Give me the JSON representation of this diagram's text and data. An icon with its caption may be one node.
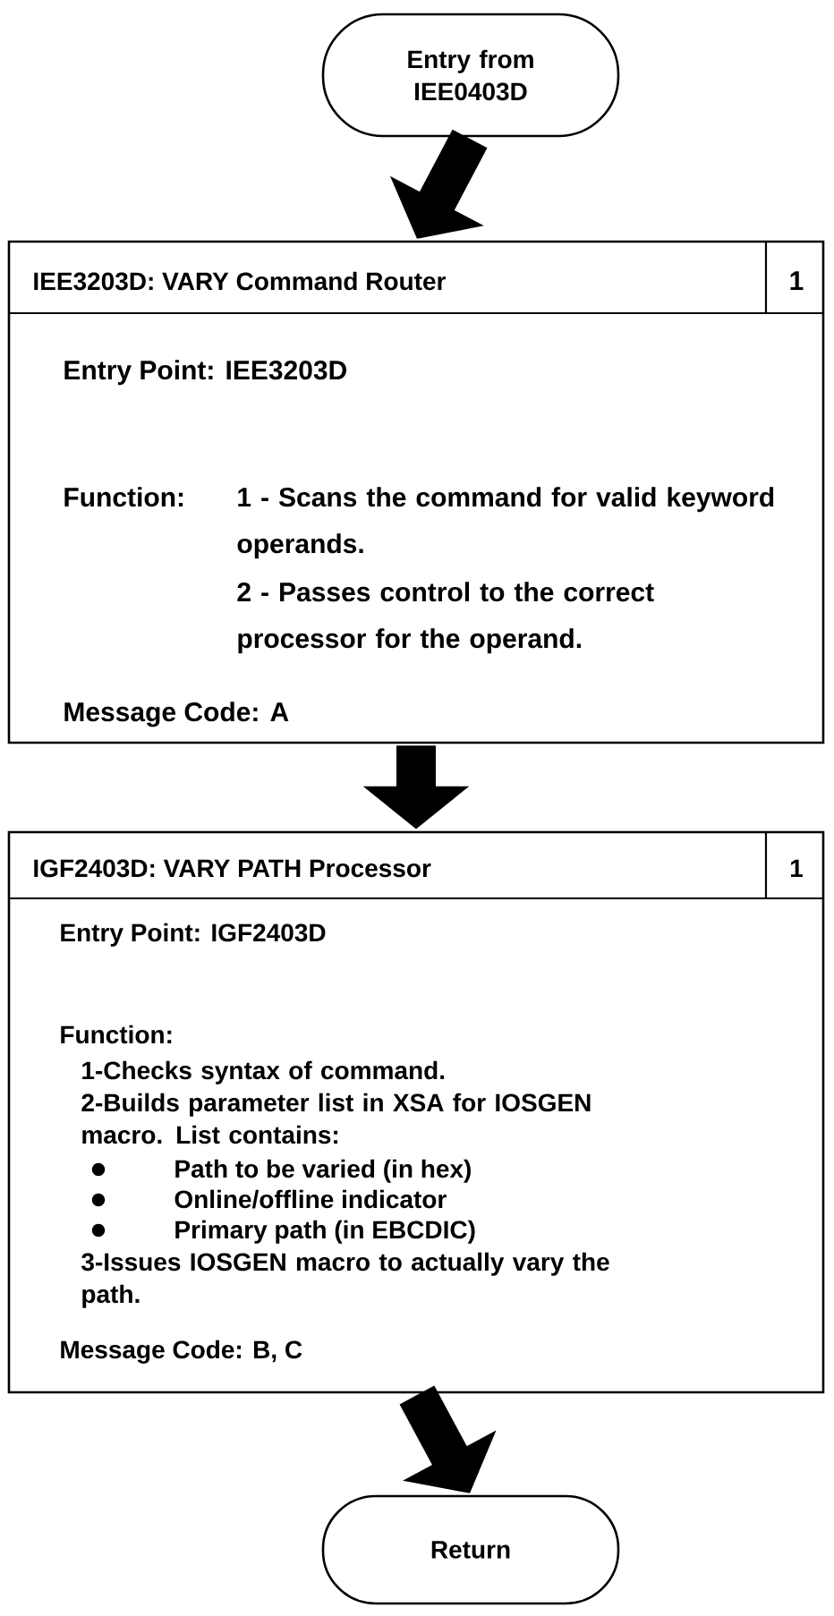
{
  "diagram": {
    "nodes": [
      {
        "text": [
          "Entry from IEE0403D"
        ]
      },
      {
        "text": [
          "IEE3203D:  VARY Command Router",
          "1",
          "Entry Point:  IEE3203D",
          "Function:",
          "1 - Scans the command for valid keyword operands.",
          "2 - Passes control to the correct processor for the operand.",
          "Message Code:  A"
        ]
      },
      {
        "text": [
          "IGF2403D:  VARY PATH Processor",
          "1",
          "Entry Point:  IGF2403D",
          "Function:",
          "1-Checks syntax of command.",
          "2-Builds parameter list in XSA for IOSGEN macro.  List contains:",
          "Path to be varied (in hex)",
          "Online/offline indicator",
          "Primary path (in EBCDIC)",
          "3-Issues IOSGEN macro to actually vary the path.",
          "Message Code:  B, C"
        ]
      },
      {
        "text": [
          "Return"
        ]
      }
    ],
    "edges": [
      {
        "from": 0,
        "to": 1,
        "arrow": "to"
      },
      {
        "from": 1,
        "to": 2,
        "arrow": "to"
      },
      {
        "from": 2,
        "to": 3,
        "arrow": "to"
      }
    ]
  }
}
